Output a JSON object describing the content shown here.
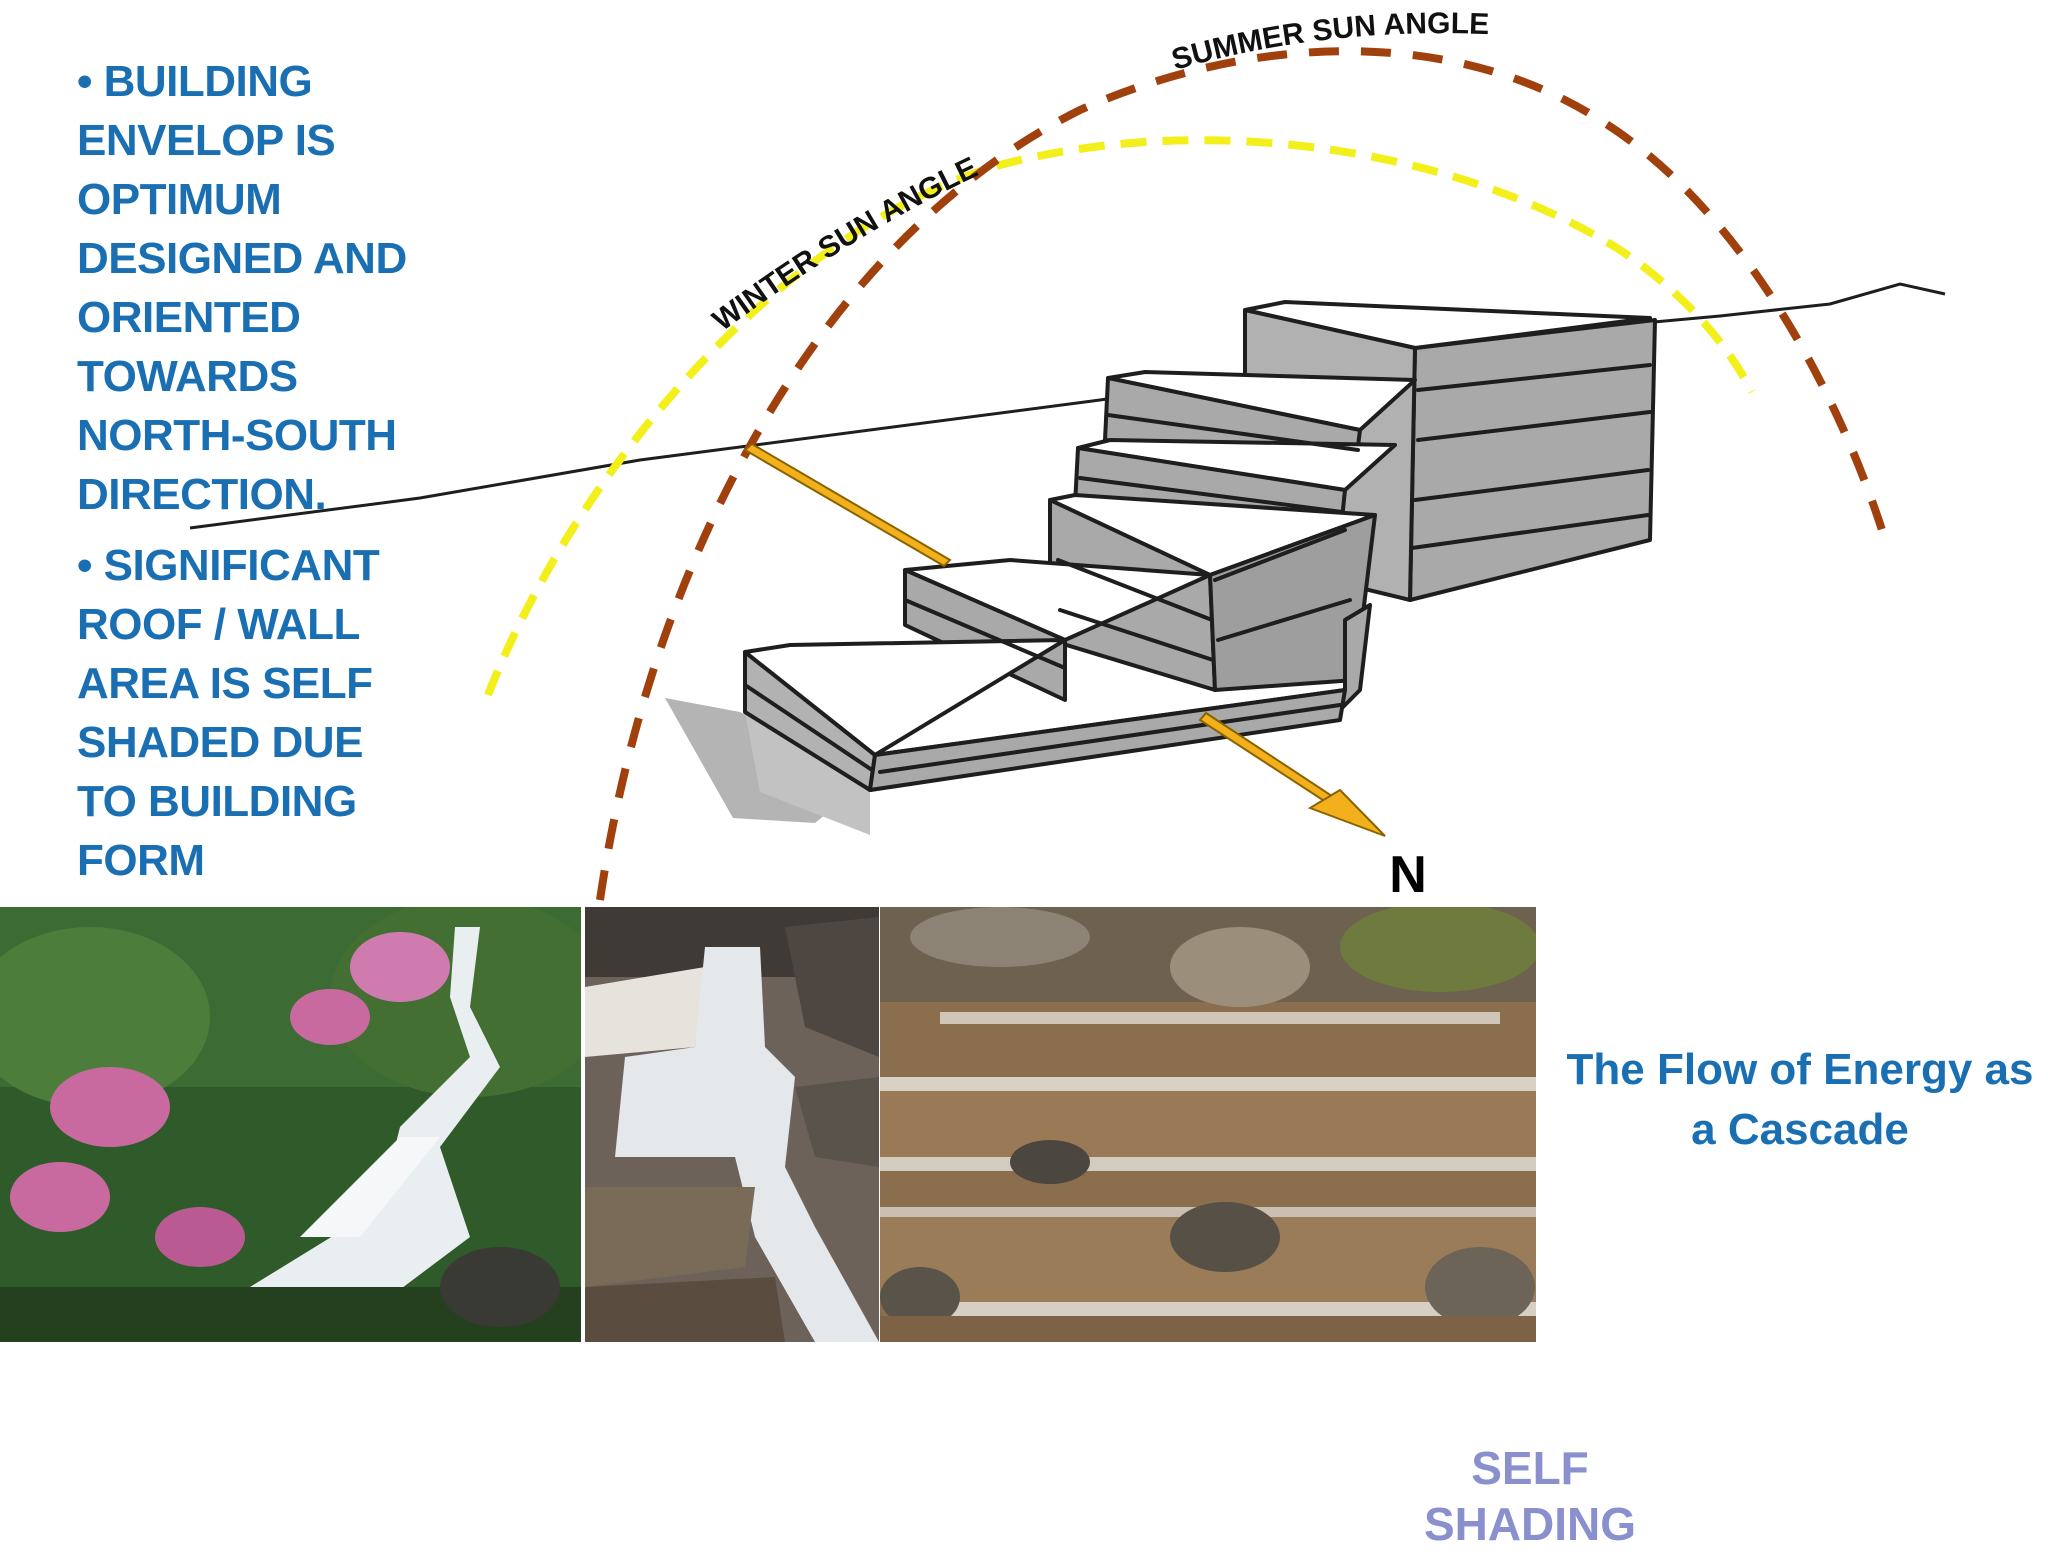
{
  "bullets": [
    "• BUILDING\nENVELOP IS\nOPTIMUM\nDESIGNED AND\nORIENTED\nTOWARDS\nNORTH-SOUTH\nDIRECTION.",
    "• SIGNIFICANT\nROOF / WALL\nAREA IS SELF\nSHADED DUE\nTO BUILDING\nFORM"
  ],
  "diagram": {
    "summer_label": "SUMMER SUN ANGLE",
    "winter_label": "WINTER SUN ANGLE",
    "north_label": "N",
    "colors": {
      "summer_arc": "#a0400d",
      "winter_arc": "#f2ef1a",
      "arrow": "#f2b01d",
      "building_fill": "#a9a9a9",
      "sketch_line": "#1e1e1e"
    }
  },
  "photos": [
    {
      "subject": "waterfall-forest"
    },
    {
      "subject": "waterfall-rocks"
    },
    {
      "subject": "cascade-steps"
    }
  ],
  "caption": "The Flow of Energy as\na Cascade",
  "footer": "SELF SHADING"
}
